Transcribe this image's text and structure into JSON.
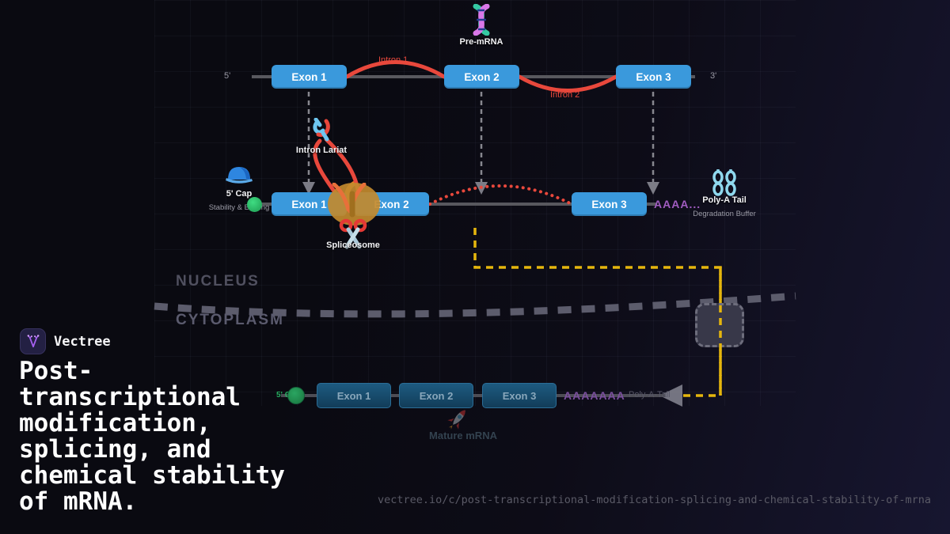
{
  "brand": {
    "name": "Vectree",
    "url": "vectree.io/c/post-transcriptional-modification-splicing-and-chemical-stability-of-mrna"
  },
  "title": "Post-\ntranscriptional\nmodification,\nsplicing, and\nchemical stability\nof mRNA.",
  "regions": {
    "nucleus": "NUCLEUS",
    "cytoplasm": "CYTOPLASM"
  },
  "pre_mrna": {
    "label": "Pre-mRNA",
    "five_prime": "5'",
    "three_prime": "3'",
    "exons": [
      "Exon 1",
      "Exon 2",
      "Exon 3"
    ],
    "introns": [
      "Intron 1",
      "Intron 2"
    ]
  },
  "splicing": {
    "exons": [
      "Exon 1",
      "Exon 2",
      "Exon 3"
    ],
    "intron_lariat_label": "Intron Lariat",
    "spliceosome_label": "Spliceosome",
    "five_cap": {
      "label": "5' Cap",
      "sub": "Stability & Binding"
    },
    "poly_a": {
      "seq": "AAAA...",
      "label": "Poly-A Tail",
      "sub": "Degradation Buffer"
    }
  },
  "mature_mrna": {
    "label": "Mature mRNA",
    "cap_label": "5' Cap",
    "exons": [
      "Exon 1",
      "Exon 2",
      "Exon 3"
    ],
    "poly_a_seq": "AAAAAAA",
    "poly_a_label": "Poly-A-Tail"
  },
  "colors": {
    "exon_blue": "#3a99dc",
    "exon_dim_blue": "#1d5a80",
    "intron_red": "#e8483c",
    "spliceosome_orange": "#c28a2e",
    "cap_green": "#2ecc71",
    "poly_a_purple": "#a05cc0",
    "export_yellow": "#e5b60d",
    "membrane_gray": "#5c5c6c",
    "background": "#0b0b12"
  }
}
